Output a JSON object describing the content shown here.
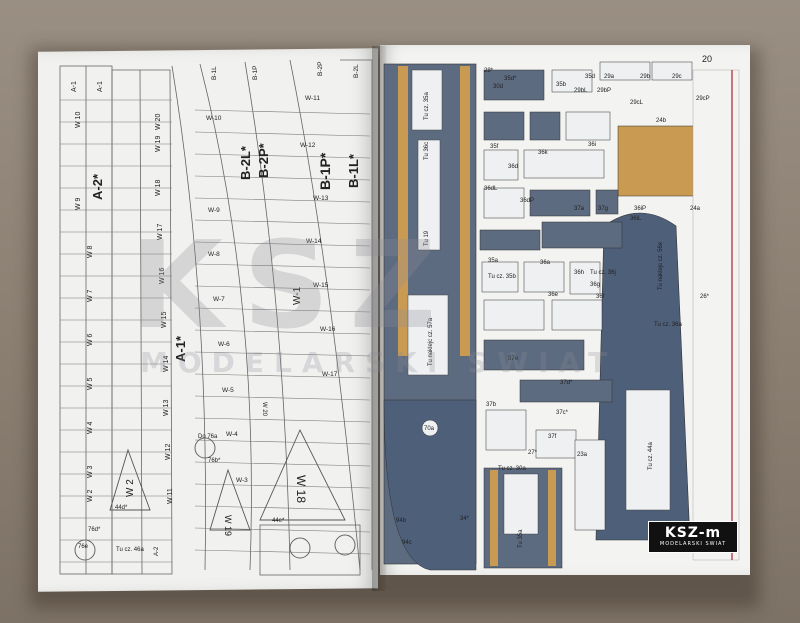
{
  "watermark": {
    "brand": "KSZ",
    "subtitle": "MODELARSKI SWIAT"
  },
  "logo": {
    "main": "KSZ-m",
    "sub": "MODELARSKI SWIAT"
  },
  "page_number": "20",
  "left_page_labels": {
    "big": [
      "A-2*",
      "A-1*",
      "B-2L*",
      "B-2P*",
      "B-1P*",
      "B-1L*",
      "W-1",
      "W 2",
      "W 18",
      "W 19"
    ],
    "left_strip_top": [
      "A-1",
      "A-1"
    ],
    "left_column": [
      "W 10",
      "W 9",
      "W 8",
      "W 7",
      "W 6",
      "W 5",
      "W 4",
      "W 3",
      "W 2"
    ],
    "mid_column": [
      "W 20",
      "W 19",
      "W 18",
      "W 17",
      "W 16",
      "W 15",
      "W 14",
      "W 13",
      "W 12",
      "W 11"
    ],
    "fan_labels": [
      "B-1L",
      "B-1P",
      "B-2P",
      "B-2L",
      "W-11",
      "W-10",
      "W-12",
      "W-13",
      "W-9",
      "W-14",
      "W-8",
      "W-15",
      "W-7",
      "W-16",
      "W-6",
      "W-17",
      "W-5",
      "W-4",
      "W-3"
    ],
    "misc": [
      "76d*",
      "76e",
      "44d*",
      "44e*",
      "Tu cz. 46a",
      "A-2",
      "Do 76a",
      "76b*",
      "W 20"
    ]
  },
  "right_page_labels": {
    "parts": [
      "28*",
      "30d",
      "35d*",
      "35b",
      "35d",
      "29a",
      "29b",
      "29c",
      "29bL",
      "29bP",
      "29cL",
      "29cP",
      "24b",
      "35f",
      "36k",
      "36i",
      "36d",
      "36dL",
      "36dP",
      "37a",
      "37g",
      "36iL",
      "36iP",
      "24a",
      "35a",
      "36a",
      "36h",
      "36g",
      "36e",
      "36f",
      "37e",
      "37d*",
      "37c*",
      "37f",
      "37b",
      "27*",
      "23a",
      "34*",
      "94b",
      "94c",
      "26*"
    ],
    "notes": [
      "Tu cz. 35a",
      "Tu naklejc cz. 57a",
      "Tu cz. 35b",
      "Tu cz. 36j",
      "Tu naklejc cz. 56e",
      "Tu cz. 36a",
      "Tu cz. 44a",
      "Tu cz. 30a",
      "Tu 35a",
      "Tu 36c",
      "Tu 19",
      "70a"
    ]
  },
  "colors": {
    "deck_gray": "#5d6b80",
    "hull_blue": "#4e5f7a",
    "wood": "#c99a52",
    "paper": "#f2f2f0",
    "line": "#555555",
    "table": "#8b7f72",
    "accent_red": "#b0202a"
  }
}
